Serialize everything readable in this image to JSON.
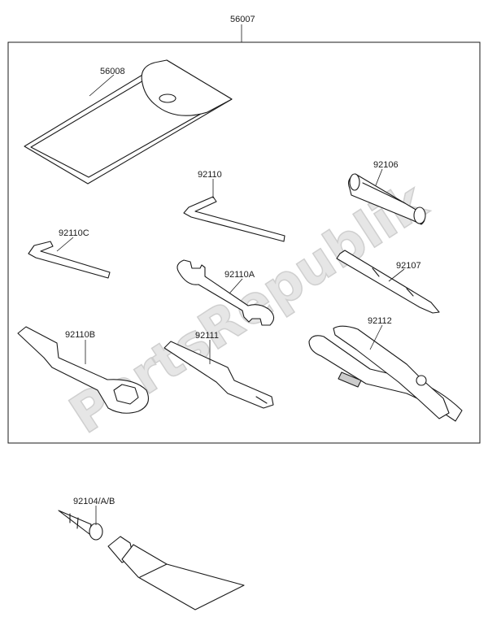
{
  "watermark": {
    "text": "PartsRepublik"
  },
  "parts": {
    "kit_assembly": "56007",
    "tool_bag": "56008",
    "hex_key_large": "92110",
    "hex_key_small": "92110C",
    "screwdriver_grip": "92106",
    "screwdriver": "92107",
    "open_wrench": "92110A",
    "box_wrench": "92110B",
    "extension_bar": "92111",
    "pliers": "92112",
    "repair_kit": "92104/A/B"
  }
}
